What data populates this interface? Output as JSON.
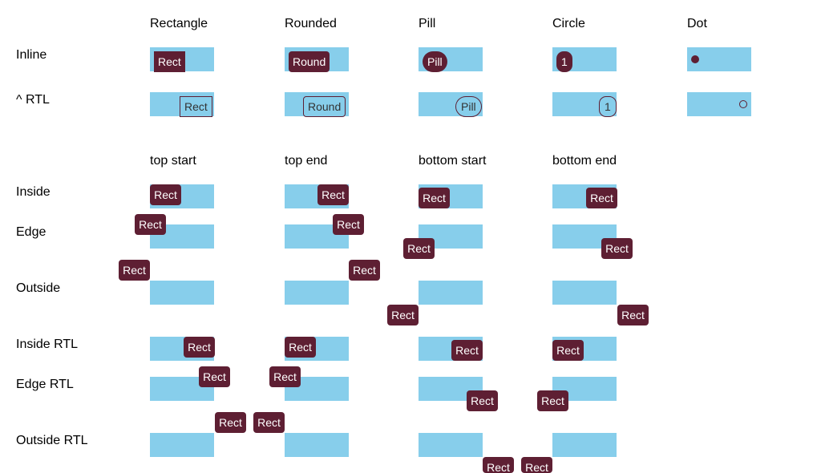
{
  "shapes_section": {
    "headers": [
      "Rectangle",
      "Rounded",
      "Pill",
      "Circle",
      "Dot"
    ],
    "rows": [
      {
        "label": "Inline",
        "badges": [
          "Rect",
          "Round",
          "Pill",
          "1",
          ""
        ]
      },
      {
        "label": "^ RTL",
        "badges": [
          "Rect",
          "Round",
          "Pill",
          "1",
          ""
        ]
      }
    ]
  },
  "position_section": {
    "headers": [
      "top start",
      "top end",
      "bottom start",
      "bottom end"
    ],
    "rows": [
      {
        "label": "Inside",
        "badge": "Rect"
      },
      {
        "label": "Edge",
        "badge": "Rect"
      },
      {
        "label": "Outside",
        "badge": "Rect"
      },
      {
        "label": "Inside RTL",
        "badge": "Rect"
      },
      {
        "label": "Edge RTL",
        "badge": "Rect"
      },
      {
        "label": "Outside RTL",
        "badge": "Rect"
      }
    ]
  },
  "colors": {
    "box": "#87ceeb",
    "badge": "#5e1f33"
  }
}
